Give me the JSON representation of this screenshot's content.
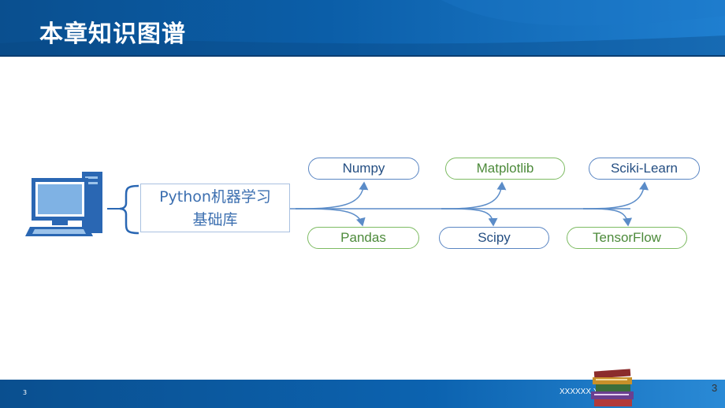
{
  "header": {
    "title": "本章知识图谱"
  },
  "diagram": {
    "center_line1": "Python机器学习",
    "center_line2": "基础库",
    "nodes": [
      {
        "label": "Numpy",
        "color": "blue"
      },
      {
        "label": "Matplotlib",
        "color": "green"
      },
      {
        "label": "Sciki-Learn",
        "color": "blue"
      },
      {
        "label": "Pandas",
        "color": "green"
      },
      {
        "label": "Scipy",
        "color": "blue"
      },
      {
        "label": "TensorFlow",
        "color": "green"
      }
    ]
  },
  "footer": {
    "page": "3",
    "text": "XXXXXX          XXXXX"
  },
  "slide_number": "3",
  "colors": {
    "header_blue": "#0b5ea8",
    "node_blue": "#244e82",
    "node_green": "#4c8a3a"
  },
  "icons": [
    "computer-icon",
    "books-icon"
  ]
}
